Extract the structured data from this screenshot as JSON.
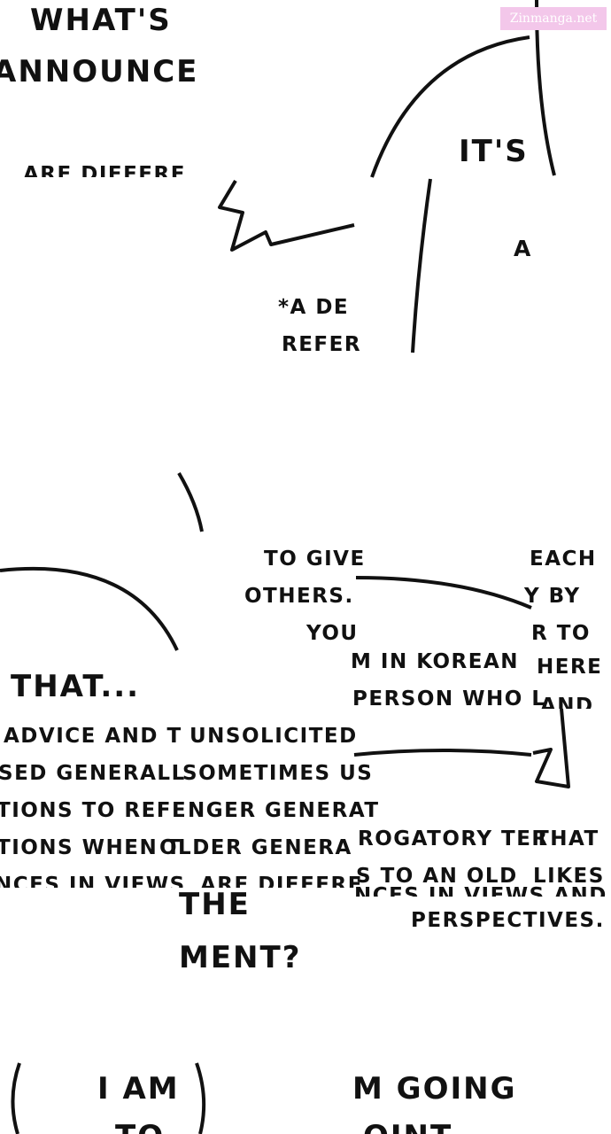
{
  "watermark": "Zinmanga.net",
  "tiles": {
    "t1": "WHAT'S",
    "t2": "ANNOUNCE",
    "t3": "ARE DIFFERE",
    "t4": "IT'S",
    "t5": "A",
    "t6": "*A DE",
    "t7": "REFER",
    "t8": "THAT...",
    "t9": "TO GIVE",
    "t10": "OTHERS.",
    "t11": "YOU",
    "t12": "EACH",
    "t13": "Y BY",
    "t14": "R TO",
    "t15": "M IN KOREAN",
    "t16": "HERE",
    "t17": "PERSON WHO L",
    "t18": "AND",
    "t19": "ADVICE AND T",
    "t20": "UNSOLICITED",
    "t21": "SED GENERALL",
    "t22": "SOMETIMES US",
    "t23": "TIONS TO REFE",
    "t24": "NGER GENERAT",
    "t25": "TIONS WHEN T",
    "t26": "OLDER GENERA",
    "t27": "NCES IN VIEWS",
    "t28": "ARE DIFFERE",
    "t29": "ROGATORY TER",
    "t30": "THAT",
    "t31": "S TO AN OLD",
    "t32": "LIKES",
    "t33": "NCES IN VIEWS AND",
    "t34": "PERSPECTIVES.",
    "t35": "THE",
    "t36": "MENT?",
    "t37": "I AM",
    "t38": "TO",
    "t39": "M GOING",
    "t40": "OINT"
  }
}
